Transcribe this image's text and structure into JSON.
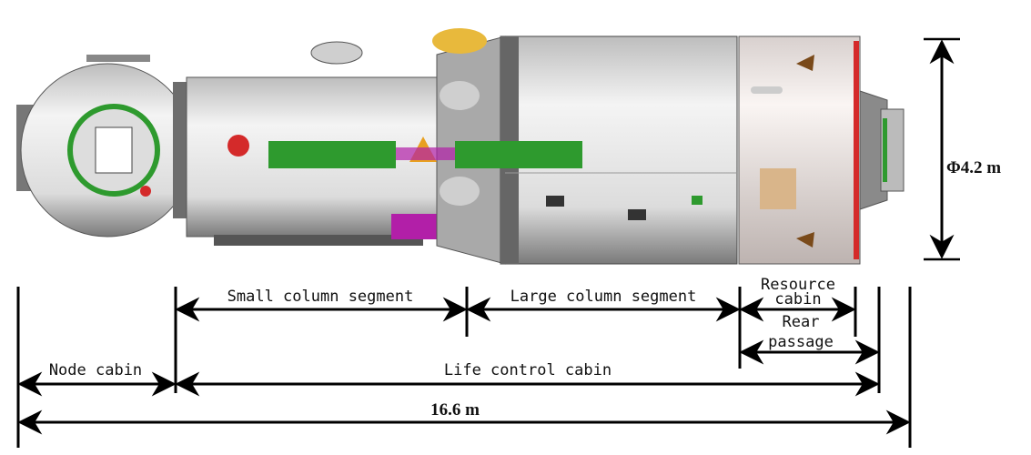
{
  "labels": {
    "small_column_segment": "Small column segment",
    "large_column_segment": "Large column segment",
    "resource_cabin_1": "Resource",
    "resource_cabin_2": "cabin",
    "rear_passage_1": "Rear",
    "rear_passage_2": "passage",
    "node_cabin": "Node cabin",
    "life_control_cabin": "Life control cabin",
    "total_length": "16.6 m",
    "diameter": "Φ4.2 m"
  },
  "colors": {
    "solar_panel": "#2e9a2e",
    "hull": "#e6e6e6",
    "shadow": "#8a8a8a",
    "accent_red": "#d42a2a",
    "accent_magenta": "#b21fa8",
    "resource_hull": "#f3ecea"
  }
}
